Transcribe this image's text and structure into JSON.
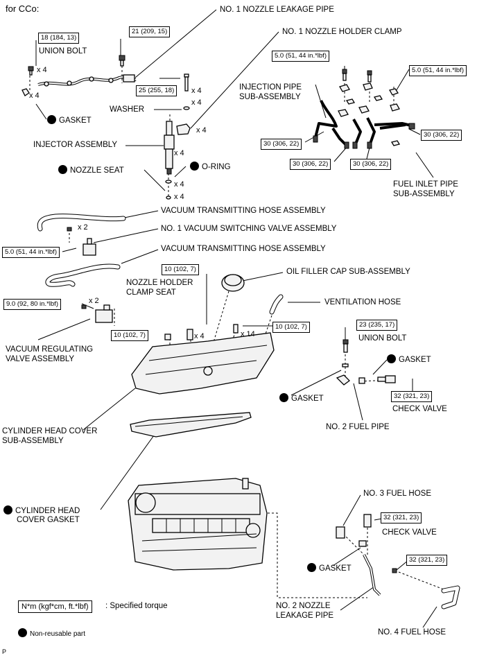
{
  "header": "for CCo:",
  "footer_code": "P",
  "labels": {
    "no1_nozzle_leakage_pipe": "NO. 1 NOZZLE LEAKAGE PIPE",
    "no1_nozzle_holder_clamp": "NO. 1 NOZZLE HOLDER CLAMP",
    "union_bolt_top": "UNION BOLT",
    "gasket_top": "GASKET",
    "washer": "WASHER",
    "injection_pipe_1": "INJECTION PIPE",
    "injection_pipe_2": "SUB-ASSEMBLY",
    "injector_assembly": "INJECTOR ASSEMBLY",
    "nozzle_seat": "NOZZLE SEAT",
    "o_ring": "O-RING",
    "fuel_inlet_pipe_1": "FUEL INLET PIPE",
    "fuel_inlet_pipe_2": "SUB-ASSEMBLY",
    "vacuum_hose_1": "VACUUM TRANSMITTING HOSE ASSEMBLY",
    "no1_vsv": "NO. 1 VACUUM SWITCHING VALVE ASSEMBLY",
    "vacuum_hose_2": "VACUUM TRANSMITTING HOSE ASSEMBLY",
    "oil_filler_cap": "OIL FILLER CAP SUB-ASSEMBLY",
    "nozzle_clamp_seat_1": "NOZZLE HOLDER",
    "nozzle_clamp_seat_2": "CLAMP SEAT",
    "ventilation_hose": "VENTILATION HOSE",
    "vacuum_reg_1": "VACUUM REGULATING",
    "vacuum_reg_2": "VALVE ASSEMBLY",
    "union_bolt_mid": "UNION BOLT",
    "gasket_mid_right": "GASKET",
    "gasket_mid_left": "GASKET",
    "check_valve_mid": "CHECK VALVE",
    "no2_fuel_pipe": "NO. 2 FUEL PIPE",
    "cyl_head_cover_1": "CYLINDER HEAD COVER",
    "cyl_head_cover_2": "SUB-ASSEMBLY",
    "cyl_head_gasket_1": "CYLINDER HEAD",
    "cyl_head_gasket_2": "COVER GASKET",
    "no3_fuel_hose": "NO. 3 FUEL HOSE",
    "check_valve_bot": "CHECK VALVE",
    "gasket_bot": "GASKET",
    "no2_nozzle_leak_1": "NO. 2 NOZZLE",
    "no2_nozzle_leak_2": "LEAKAGE PIPE",
    "no4_fuel_hose": "NO. 4 FUEL HOSE"
  },
  "torques": {
    "t1": "18 (184, 13)",
    "t2": "21 (209, 15)",
    "t3": "25 (255, 18)",
    "t4": "5.0 (51, 44 in.*lbf)",
    "t5": "5.0 (51, 44 in.*lbf)",
    "t6": "30 (306, 22)",
    "t7": "30 (306, 22)",
    "t8": "30 (306, 22)",
    "t9": "30 (306, 22)",
    "t10": "5.0 (51, 44 in.*lbf)",
    "t11": "10 (102, 7)",
    "t12": "9.0 (92, 80 in.*lbf)",
    "t13": "10 (102, 7)",
    "t14": "10 (102, 7)",
    "t15": "23 (235, 17)",
    "t16": "32 (321, 23)",
    "t17": "32 (321, 23)",
    "t18": "32 (321, 23)"
  },
  "multipliers": {
    "m1": "x 4",
    "m2": "x 4",
    "m3": "x 4",
    "m4": "x 4",
    "m5": "x 4",
    "m6": "x 4",
    "m7": "x 4",
    "m8": "x 4",
    "m9": "x 2",
    "m10": "x 2",
    "m11": "x 4",
    "m12": "x 14"
  },
  "legend": {
    "torque_box": "N*m (kgf*cm, ft.*lbf)",
    "torque_text": ": Specified torque",
    "nonreusable": "Non-reusable part"
  }
}
